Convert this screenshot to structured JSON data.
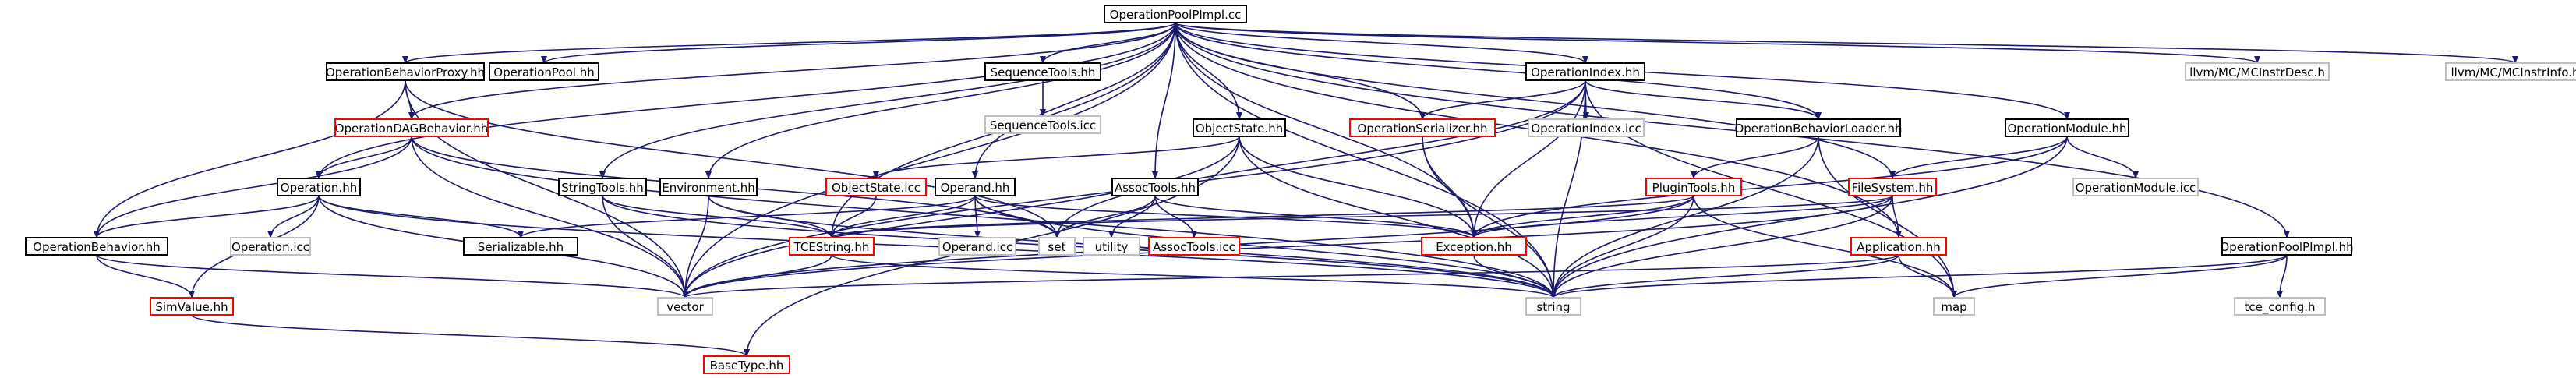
{
  "colors": {
    "edge": "#191970",
    "root_fill": "#bfbfbf",
    "root_border": "#000000",
    "normal_border": "#000000",
    "linked_border": "#ff0000",
    "external_border": "#bfbfbf",
    "external_text": "#7f7f7f"
  },
  "nodes": [
    {
      "id": "root",
      "label": "OperationPoolPImpl.cc",
      "kind": "root"
    },
    {
      "id": "obp",
      "label": "OperationBehaviorProxy.hh",
      "kind": "normal"
    },
    {
      "id": "oph",
      "label": "OperationPool.hh",
      "kind": "normal"
    },
    {
      "id": "seqh",
      "label": "SequenceTools.hh",
      "kind": "normal"
    },
    {
      "id": "seqicc",
      "label": "SequenceTools.icc",
      "kind": "external"
    },
    {
      "id": "opidx",
      "label": "OperationIndex.hh",
      "kind": "normal"
    },
    {
      "id": "mcdesc",
      "label": "llvm/MC/MCInstrDesc.h",
      "kind": "external"
    },
    {
      "id": "mcinfo",
      "label": "llvm/MC/MCInstrInfo.h",
      "kind": "external"
    },
    {
      "id": "dag",
      "label": "OperationDAGBehavior.hh",
      "kind": "linked"
    },
    {
      "id": "objstate",
      "label": "ObjectState.hh",
      "kind": "normal"
    },
    {
      "id": "opser",
      "label": "OperationSerializer.hh",
      "kind": "linked"
    },
    {
      "id": "opidxicc",
      "label": "OperationIndex.icc",
      "kind": "external"
    },
    {
      "id": "obl",
      "label": "OperationBehaviorLoader.hh",
      "kind": "normal"
    },
    {
      "id": "opmod",
      "label": "OperationModule.hh",
      "kind": "normal"
    },
    {
      "id": "operation",
      "label": "Operation.hh",
      "kind": "normal"
    },
    {
      "id": "stringtools",
      "label": "StringTools.hh",
      "kind": "normal"
    },
    {
      "id": "env",
      "label": "Environment.hh",
      "kind": "normal"
    },
    {
      "id": "objicc",
      "label": "ObjectState.icc",
      "kind": "linked"
    },
    {
      "id": "operand",
      "label": "Operand.hh",
      "kind": "normal"
    },
    {
      "id": "assoc",
      "label": "AssocTools.hh",
      "kind": "normal"
    },
    {
      "id": "plugin",
      "label": "PluginTools.hh",
      "kind": "linked"
    },
    {
      "id": "filesys",
      "label": "FileSystem.hh",
      "kind": "linked"
    },
    {
      "id": "opmodicc",
      "label": "OperationModule.icc",
      "kind": "external"
    },
    {
      "id": "opbeh",
      "label": "OperationBehavior.hh",
      "kind": "normal"
    },
    {
      "id": "opicc",
      "label": "Operation.icc",
      "kind": "external"
    },
    {
      "id": "serial",
      "label": "Serializable.hh",
      "kind": "normal"
    },
    {
      "id": "tcestr",
      "label": "TCEString.hh",
      "kind": "linked"
    },
    {
      "id": "operandicc",
      "label": "Operand.icc",
      "kind": "external"
    },
    {
      "id": "set",
      "label": "set",
      "kind": "external"
    },
    {
      "id": "utility",
      "label": "utility",
      "kind": "external"
    },
    {
      "id": "associcc",
      "label": "AssocTools.icc",
      "kind": "linked"
    },
    {
      "id": "exc",
      "label": "Exception.hh",
      "kind": "linked"
    },
    {
      "id": "app",
      "label": "Application.hh",
      "kind": "linked"
    },
    {
      "id": "oppimpl",
      "label": "OperationPoolPImpl.hh",
      "kind": "normal"
    },
    {
      "id": "simval",
      "label": "SimValue.hh",
      "kind": "linked"
    },
    {
      "id": "vector",
      "label": "vector",
      "kind": "external"
    },
    {
      "id": "string",
      "label": "string",
      "kind": "external"
    },
    {
      "id": "map",
      "label": "map",
      "kind": "external"
    },
    {
      "id": "tcecfg",
      "label": "tce_config.h",
      "kind": "external"
    },
    {
      "id": "basetype",
      "label": "BaseType.hh",
      "kind": "linked"
    }
  ],
  "edges": [
    [
      "root",
      "obp"
    ],
    [
      "root",
      "oph"
    ],
    [
      "root",
      "seqh"
    ],
    [
      "root",
      "opidx"
    ],
    [
      "root",
      "mcdesc"
    ],
    [
      "root",
      "mcinfo"
    ],
    [
      "root",
      "dag"
    ],
    [
      "root",
      "objstate"
    ],
    [
      "root",
      "opser"
    ],
    [
      "root",
      "obl"
    ],
    [
      "root",
      "opmod"
    ],
    [
      "root",
      "operation"
    ],
    [
      "root",
      "stringtools"
    ],
    [
      "root",
      "env"
    ],
    [
      "root",
      "operand"
    ],
    [
      "root",
      "assoc"
    ],
    [
      "root",
      "filesys"
    ],
    [
      "root",
      "tcestr"
    ],
    [
      "root",
      "exc"
    ],
    [
      "root",
      "app"
    ],
    [
      "root",
      "oppimpl"
    ],
    [
      "root",
      "vector"
    ],
    [
      "root",
      "string"
    ],
    [
      "obp",
      "dag"
    ],
    [
      "obp",
      "opbeh"
    ],
    [
      "obp",
      "vector"
    ],
    [
      "obp",
      "set"
    ],
    [
      "seqh",
      "seqicc"
    ],
    [
      "opidx",
      "opidxicc"
    ],
    [
      "opidx",
      "obl"
    ],
    [
      "opidx",
      "opser"
    ],
    [
      "opidx",
      "vector"
    ],
    [
      "opidx",
      "string"
    ],
    [
      "opidx",
      "map"
    ],
    [
      "opidx",
      "exc"
    ],
    [
      "opidx",
      "set"
    ],
    [
      "dag",
      "operation"
    ],
    [
      "dag",
      "opbeh"
    ],
    [
      "dag",
      "vector"
    ],
    [
      "dag",
      "set"
    ],
    [
      "dag",
      "string"
    ],
    [
      "objstate",
      "objicc"
    ],
    [
      "objstate",
      "exc"
    ],
    [
      "objstate",
      "string"
    ],
    [
      "objstate",
      "vector"
    ],
    [
      "objstate",
      "basetype"
    ],
    [
      "opser",
      "exc"
    ],
    [
      "opser",
      "string"
    ],
    [
      "obl",
      "plugin"
    ],
    [
      "obl",
      "map"
    ],
    [
      "obl",
      "string"
    ],
    [
      "opmod",
      "filesys"
    ],
    [
      "opmod",
      "opmodicc"
    ],
    [
      "opmod",
      "exc"
    ],
    [
      "opmod",
      "string"
    ],
    [
      "operation",
      "opbeh"
    ],
    [
      "operation",
      "opicc"
    ],
    [
      "operation",
      "serial"
    ],
    [
      "operation",
      "simval"
    ],
    [
      "operation",
      "vector"
    ],
    [
      "operation",
      "string"
    ],
    [
      "stringtools",
      "tcestr"
    ],
    [
      "stringtools",
      "vector"
    ],
    [
      "stringtools",
      "string"
    ],
    [
      "env",
      "tcestr"
    ],
    [
      "env",
      "vector"
    ],
    [
      "env",
      "string"
    ],
    [
      "objicc",
      "tcestr"
    ],
    [
      "operand",
      "serial"
    ],
    [
      "operand",
      "operandicc"
    ],
    [
      "operand",
      "tcestr"
    ],
    [
      "operand",
      "set"
    ],
    [
      "operand",
      "string"
    ],
    [
      "operand",
      "exc"
    ],
    [
      "assoc",
      "associcc"
    ],
    [
      "assoc",
      "exc"
    ],
    [
      "assoc",
      "utility"
    ],
    [
      "assoc",
      "set"
    ],
    [
      "plugin",
      "exc"
    ],
    [
      "plugin",
      "string"
    ],
    [
      "plugin",
      "vector"
    ],
    [
      "plugin",
      "map"
    ],
    [
      "plugin",
      "tcestr"
    ],
    [
      "filesys",
      "app"
    ],
    [
      "filesys",
      "exc"
    ],
    [
      "filesys",
      "string"
    ],
    [
      "filesys",
      "vector"
    ],
    [
      "filesys",
      "tcestr"
    ],
    [
      "opbeh",
      "simval"
    ],
    [
      "opbeh",
      "vector"
    ],
    [
      "tcestr",
      "string"
    ],
    [
      "tcestr",
      "vector"
    ],
    [
      "exc",
      "string"
    ],
    [
      "app",
      "string"
    ],
    [
      "app",
      "map"
    ],
    [
      "app",
      "vector"
    ],
    [
      "oppimpl",
      "map"
    ],
    [
      "oppimpl",
      "string"
    ],
    [
      "oppimpl",
      "tcecfg"
    ],
    [
      "simval",
      "basetype"
    ]
  ]
}
